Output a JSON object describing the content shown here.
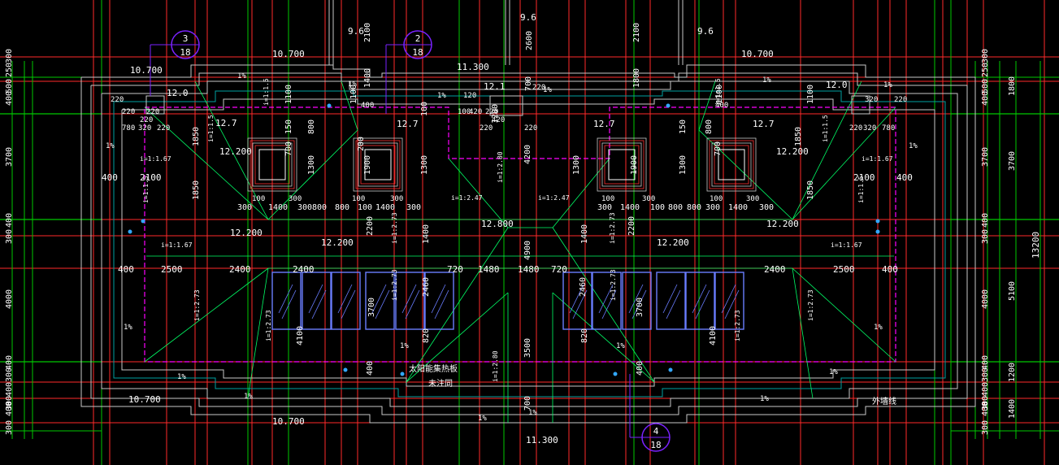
{
  "colors": {
    "background": "#000000",
    "axis_red": "#ff2a2a",
    "axis_green": "#00c800",
    "wall": "#ffffff",
    "dim": "#dcdcdc",
    "outline": "#c8c8c8",
    "roof_edge": "#00a0a0",
    "dashed": "#ff00ff",
    "slope": "#00ff66",
    "hatch": "#ff3333",
    "window": "#6a7dff",
    "callout": "#7a22ff",
    "drain": "#33a8ff",
    "label": "#ffffff"
  },
  "callouts": [
    {
      "top": "3",
      "bottom": "18"
    },
    {
      "top": "2",
      "bottom": "18"
    },
    {
      "top": "4",
      "bottom": "18"
    }
  ],
  "elevations": {
    "e96a": "9.6",
    "e96b": "9.6",
    "e96c": "9.6",
    "e107a": "10.700",
    "e107b": "10.700",
    "e107c": "10.700",
    "e107d": "10.700",
    "e107e": "10.700",
    "e113a": "11.300",
    "e113b": "11.300",
    "e120a": "12.0",
    "e120b": "12.0",
    "e121": "12.1",
    "e127a": "12.7",
    "e127b": "12.7",
    "e127c": "12.7",
    "e127d": "12.7",
    "e122a": "12.200",
    "e122b": "12.200",
    "e122c": "12.200",
    "e122d": "12.200",
    "e122e": "12.200",
    "e122f": "12.200",
    "e128": "12.800"
  },
  "slopes": {
    "p1": "1%",
    "p2": "1%",
    "p3": "1%",
    "p4": "1%",
    "p5": "1%",
    "p6": "1%",
    "p7": "1%",
    "p8": "1%",
    "p9": "1%",
    "p10": "1%",
    "p11": "1%",
    "p12": "1%",
    "p13": "1%",
    "p14": "1%",
    "p15": "1%",
    "p16": "1%",
    "p17": "1%",
    "p18": "1%",
    "i15a": "i=1:1.5",
    "i15b": "i=1:1.5",
    "i15c": "i=1:1.5",
    "i15d": "i=1:1.5",
    "i15e": "i=1:1.5",
    "i15f": "i=1:1.5",
    "i167a": "i=1:1.67",
    "i167b": "i=1:1.67",
    "i167c": "i=1:1.67",
    "i167d": "i=1:1.67",
    "i247a": "i=1:2.47",
    "i247b": "i=1:2.47",
    "i273a": "i=1:2.73",
    "i273b": "i=1:2.73",
    "i273c": "i=1:2.73",
    "i273d": "i=1:2.73",
    "i273e": "i=1:2.73",
    "i273f": "i=1:2.73",
    "i273g": "i=1:2.73",
    "i273h": "i=1:2.73",
    "i280a": "i=1:2.80",
    "i280b": "i=1:2.80"
  },
  "notes": {
    "solar": "太阳能集热板",
    "tbd": "未注同",
    "outer": "外墙线"
  },
  "dims_left": [
    "250",
    "300",
    "500",
    "400",
    "3700",
    "400",
    "300",
    "4000",
    "400",
    "300",
    "400",
    "300",
    "400",
    "300"
  ],
  "dims_right_inner": [
    "250",
    "300",
    "500",
    "400",
    "3700",
    "400",
    "300",
    "4000",
    "400",
    "300",
    "400",
    "300",
    "400",
    "300"
  ],
  "dims_right_mid": [
    "1800",
    "3700",
    "5100",
    "1200",
    "1400"
  ],
  "dims_right_total": "13200",
  "dims_top": [
    "2100",
    "1400",
    "2600",
    "700",
    "2100",
    "1800"
  ],
  "dims_row_a": [
    "400",
    "2500",
    "2400",
    "2400",
    "720",
    "1480",
    "1480",
    "720",
    "2400",
    "2500",
    "400"
  ],
  "dims_row_b": [
    "300",
    "1400",
    "300",
    "800",
    "800",
    "100",
    "1400",
    "300",
    "300",
    "1400",
    "100",
    "800",
    "800",
    "300",
    "1400",
    "300"
  ],
  "dims_row_c": [
    "100",
    "300",
    "100",
    "300",
    "100",
    "300",
    "100",
    "300"
  ],
  "dims_row_d": [
    "400",
    "2100",
    "2100",
    "400"
  ],
  "dims_chimney_v": [
    "1850",
    "1850",
    "1850",
    "1850",
    "1100",
    "1100",
    "1100",
    "1100",
    "150",
    "800",
    "150",
    "800",
    "1300",
    "1300",
    "1300",
    "1300",
    "700",
    "700",
    "1900",
    "1900"
  ],
  "dims_center_v": [
    "4200",
    "2200",
    "2200",
    "1400",
    "1400",
    "4900",
    "3500",
    "3700",
    "3700",
    "2460",
    "2460",
    "820",
    "820",
    "4100",
    "4100",
    "400",
    "400",
    "700",
    "200",
    "100",
    "1200"
  ],
  "dims_small": [
    "220",
    "780",
    "320",
    "220",
    "220",
    "320",
    "780",
    "220",
    "420",
    "220",
    "220",
    "420",
    "220",
    "120",
    "220",
    "100",
    "320",
    "220",
    "400",
    "400",
    "220",
    "220"
  ]
}
